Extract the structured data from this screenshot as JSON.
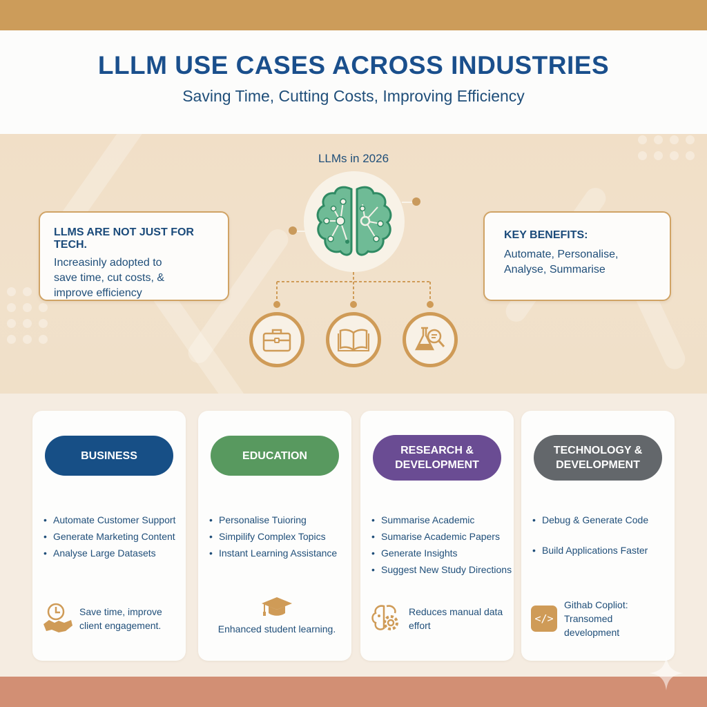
{
  "header": {
    "title": "LLLM USE CASES ACROSS INDUSTRIES",
    "subtitle": "Saving Time, Cutting Costs, Improving Efficiency"
  },
  "hero": {
    "label": "LLMs in 2026",
    "center_icon": "brain-network-icon",
    "left_card": {
      "heading": "LLMS ARE NOT JUST FOR TECH.",
      "body_lines": [
        "Increasinly adopted to",
        "save time, cut costs, &",
        "improve efficiency"
      ]
    },
    "right_card": {
      "heading": "KEY BENEFITS:",
      "body_lines": [
        "Automate, Personalise,",
        "Analyse, Summarise"
      ]
    },
    "category_icons": [
      "briefcase-icon",
      "open-book-icon",
      "flask-magnifier-icon"
    ]
  },
  "colors": {
    "top_bar": "#cc9c5a",
    "bottom_bar": "#d28f74",
    "title": "#1a4f8c",
    "accent_gold": "#cf9b57",
    "brain_green": "#5fae8a"
  },
  "cards": [
    {
      "title_lines": [
        "BUSINESS"
      ],
      "color": "#174f86",
      "bullets": [
        "Automate Customer Support",
        "Generate Marketing Content",
        "Analyse Large Datasets"
      ],
      "footer_icon": "clock-handshake-icon",
      "footer_text_lines": [
        "Save time, improve",
        "client engagement."
      ]
    },
    {
      "title_lines": [
        "EDUCATION"
      ],
      "color": "#58995f",
      "bullets": [
        "Personalise Tuioring",
        "Simpilify Complex Topics",
        "Instant Learning Assistance"
      ],
      "footer_icon": "graduation-cap-icon",
      "footer_text_lines": [
        "Enhanced student learning."
      ]
    },
    {
      "title_lines": [
        "RESEARCH &",
        "DEVELOPMENT"
      ],
      "color": "#6a4c93",
      "bullets": [
        "Summarise Academic",
        "Sumarise Academic Papers",
        "Generate Insights",
        "Suggest New Study Directions"
      ],
      "footer_icon": "brain-gear-icon",
      "footer_text_lines": [
        "Reduces manual data",
        "effort"
      ]
    },
    {
      "title_lines": [
        "TECHNOLOGY &",
        "DEVELOPMENT"
      ],
      "color": "#63676b",
      "bullets": [
        "Debug & Generate Code",
        "Build Applications Faster"
      ],
      "footer_icon": "code-icon",
      "footer_icon_text": "</>",
      "footer_text_lines": [
        "Githab Copliot:",
        "Transomed development"
      ]
    }
  ]
}
